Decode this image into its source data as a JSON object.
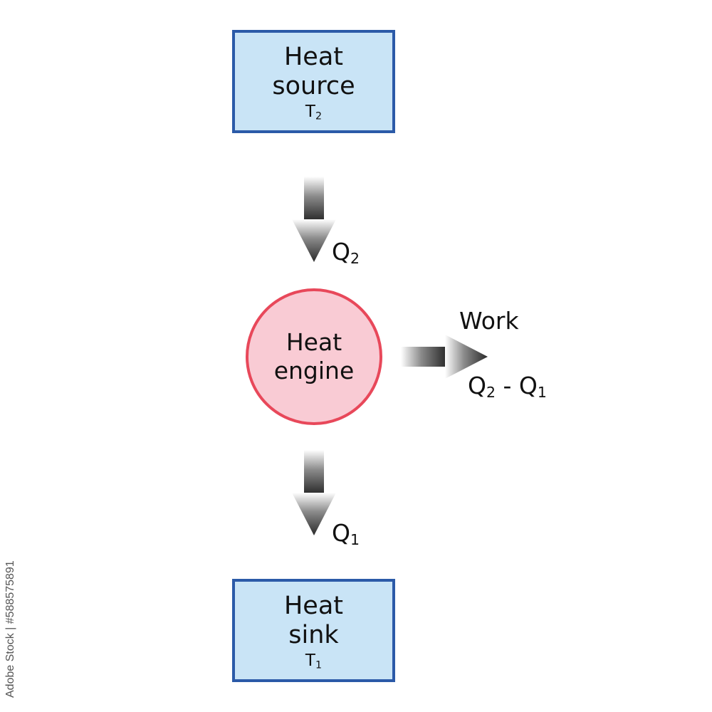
{
  "diagram": {
    "heat_source": {
      "line1": "Heat",
      "line2": "source",
      "temp_symbol": "T",
      "temp_sub": "2"
    },
    "heat_engine": {
      "line1": "Heat",
      "line2": "engine"
    },
    "heat_sink": {
      "line1": "Heat",
      "line2": "sink",
      "temp_symbol": "T",
      "temp_sub": "1"
    },
    "q2": {
      "symbol": "Q",
      "sub": "2"
    },
    "q1": {
      "symbol": "Q",
      "sub": "1"
    },
    "work": {
      "label": "Work",
      "expr": {
        "a_symbol": "Q",
        "a_sub": "2",
        "op": " - ",
        "b_symbol": "Q",
        "b_sub": "1"
      }
    }
  },
  "credit": "Adobe Stock | #588575891",
  "colors": {
    "box_fill": "#c9e4f6",
    "box_border": "#2b5aa8",
    "engine_fill": "#f9cbd4",
    "engine_border": "#e8485a",
    "arrow_dark": "#2a2a2a"
  }
}
